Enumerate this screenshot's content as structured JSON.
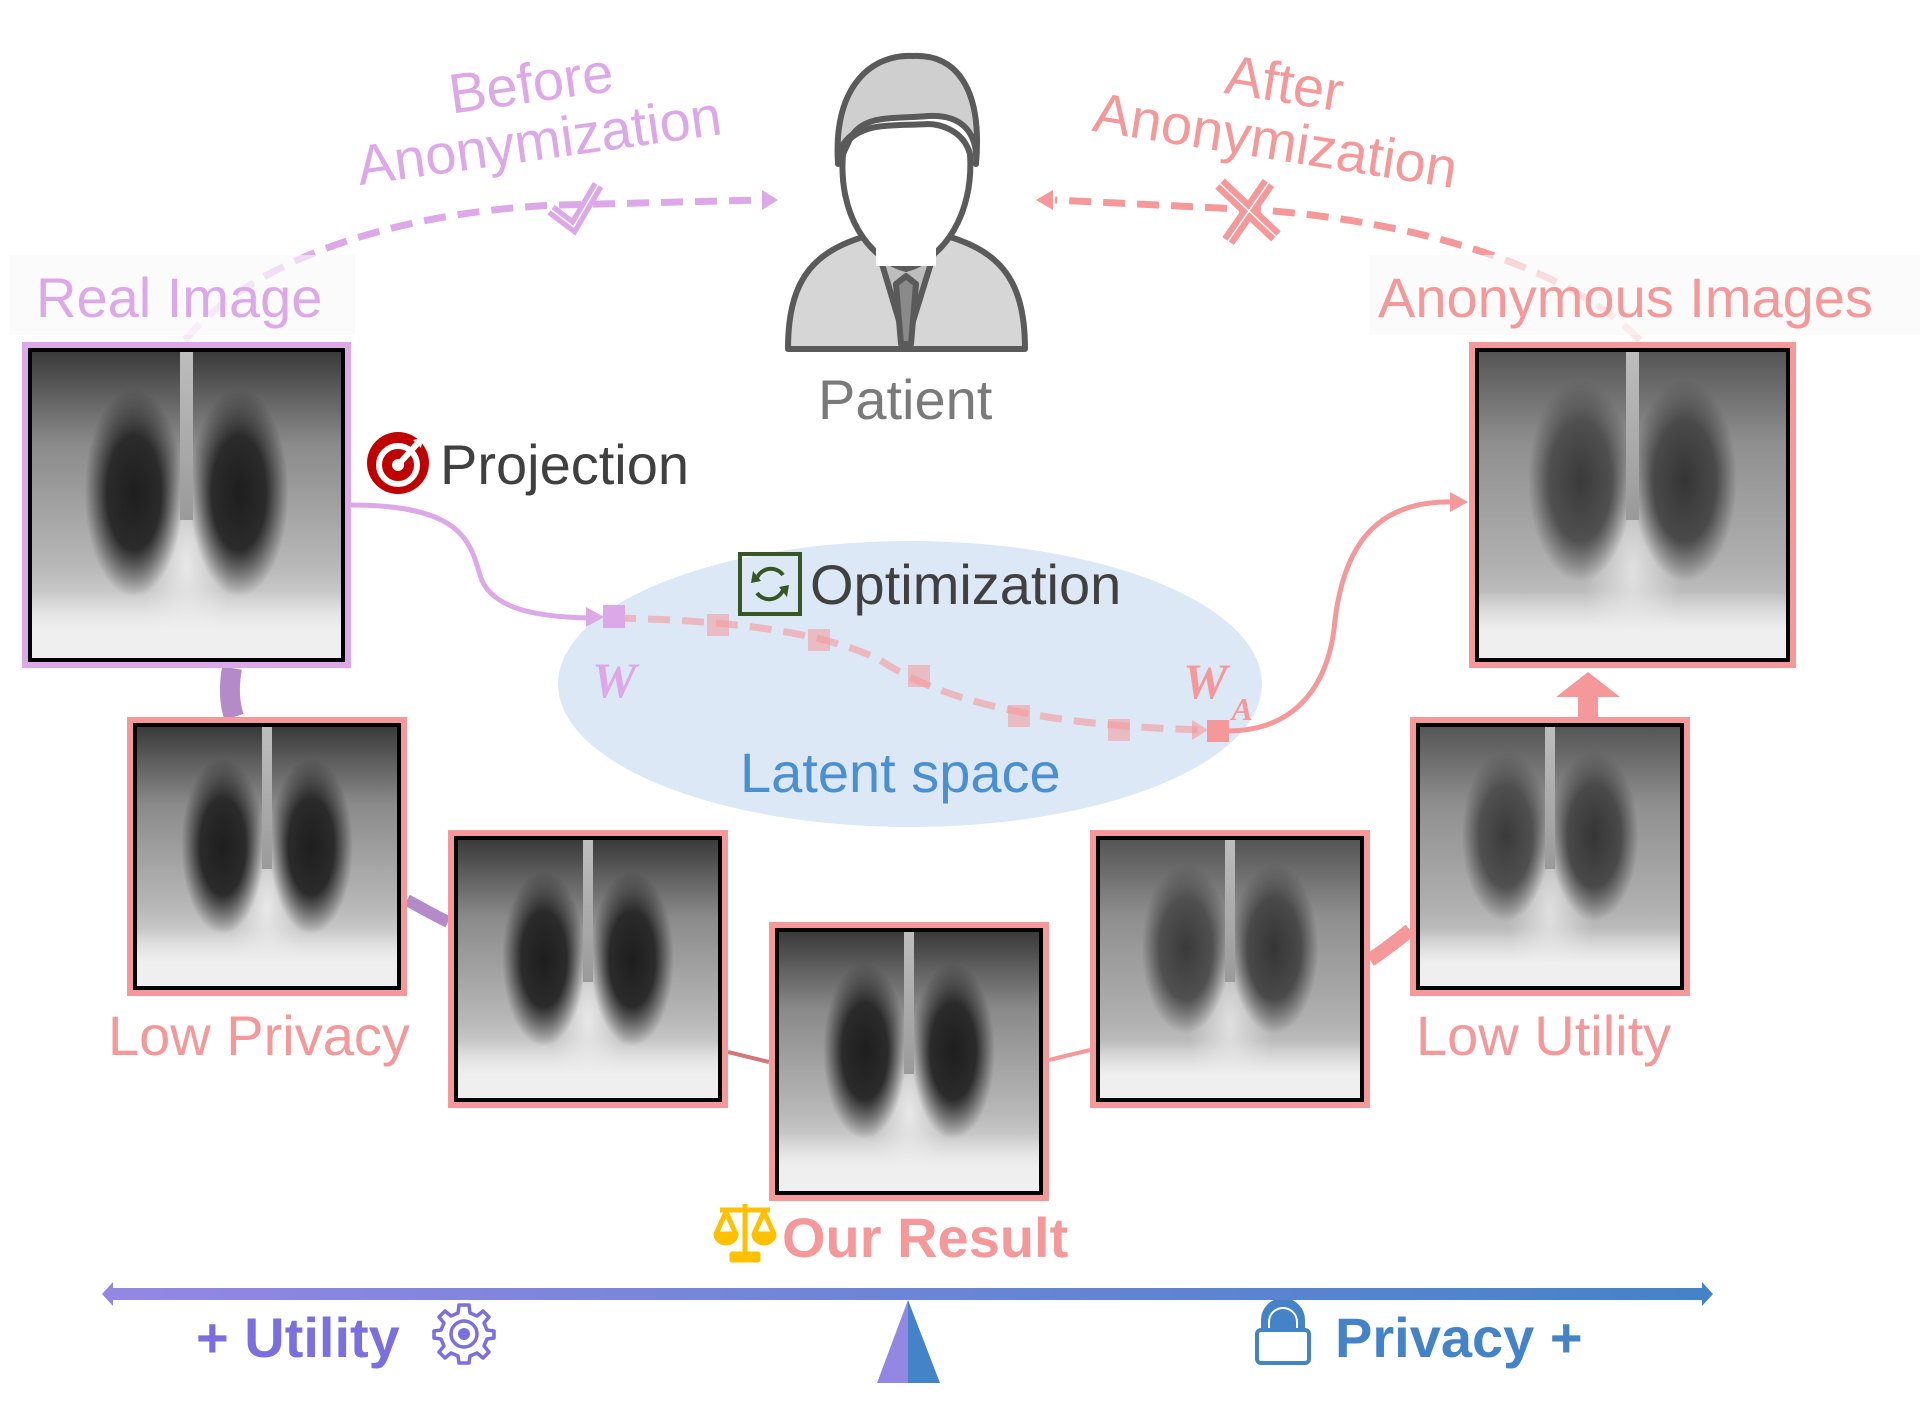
{
  "title": "Anonymization trade-off between utility and privacy",
  "top": {
    "before_label_line1": "Before",
    "before_label_line2": "Anonymization",
    "after_label_line1": "After",
    "after_label_line2": "Anonymization",
    "before_status_icon": "checkmark-icon",
    "after_status_icon": "cross-icon"
  },
  "patient": {
    "label": "Patient",
    "icon": "person-avatar-icon"
  },
  "real_image": {
    "label": "Real Image"
  },
  "anonymous_images": {
    "label": "Anonymous Images"
  },
  "projection": {
    "label": "Projection",
    "icon": "target-icon"
  },
  "latent": {
    "optimization_label": "Optimization",
    "optimization_icon": "refresh-icon",
    "space_label": "Latent space",
    "w_label": "W",
    "wa_label_main": "W",
    "wa_label_sub": "A"
  },
  "spectrum": {
    "low_privacy_label": "Low Privacy",
    "low_utility_label": "Low Utility",
    "our_result_label": "Our Result",
    "our_result_icon": "balance-scale-icon",
    "images": [
      "Low privacy sample",
      "Intermediate sample (privacy side)",
      "Our result sample",
      "Intermediate sample (utility side)",
      "Low utility sample"
    ]
  },
  "balance": {
    "utility_label": "+ Utility",
    "utility_icon": "gear-icon",
    "privacy_label": "Privacy +",
    "privacy_icon": "lock-icon"
  },
  "colors": {
    "purple": "#DDA8E8",
    "salmon": "#F4989A",
    "latent_fill": "#DCE8F5",
    "latent_text": "#4A90D0",
    "dark_text": "#404040",
    "patient_text": "#7A7A7A",
    "gold": "#FFC000",
    "utility": "#7B6FE0",
    "privacy": "#4483C8",
    "projection_red": "#C00000",
    "optimization_green": "#375623"
  }
}
